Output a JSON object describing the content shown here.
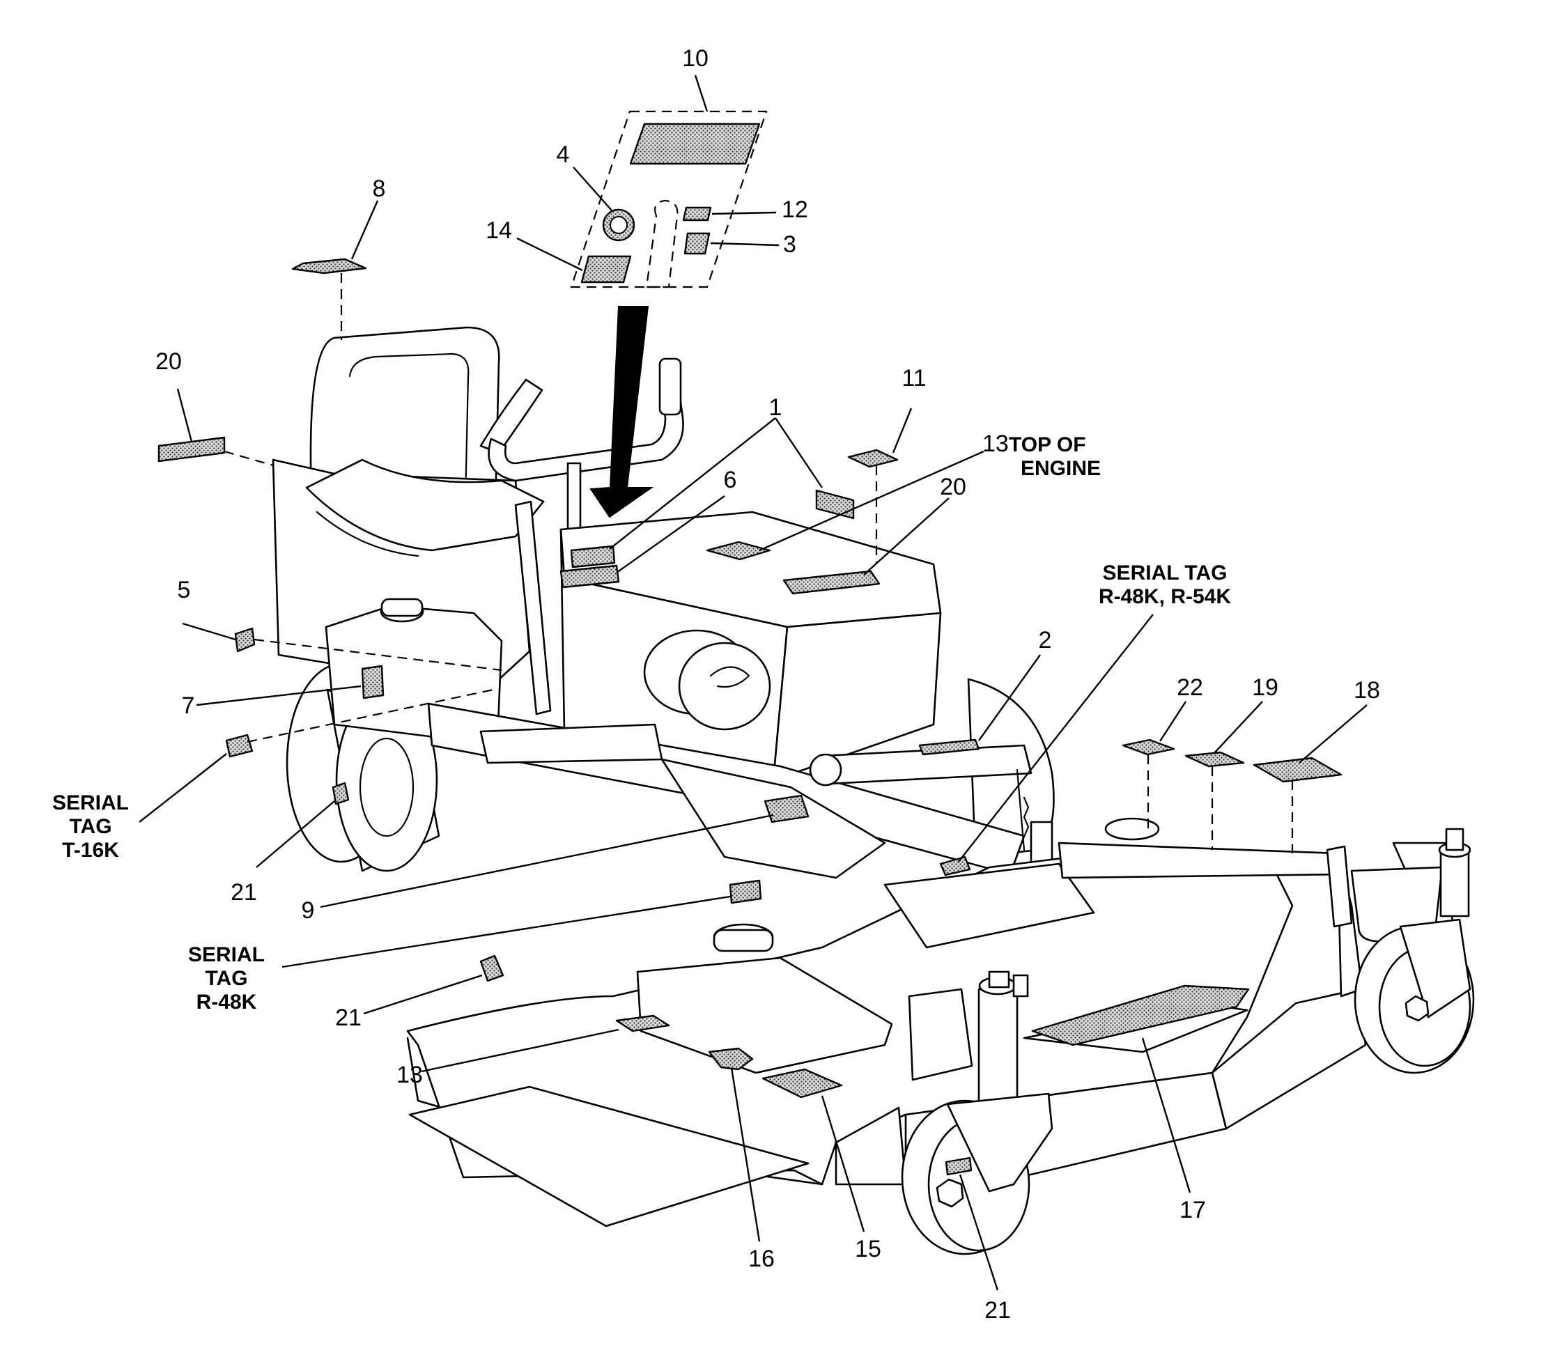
{
  "callouts": {
    "c1": "1",
    "c2": "2",
    "c3": "3",
    "c4": "4",
    "c5": "5",
    "c6": "6",
    "c7": "7",
    "c8": "8",
    "c9": "9",
    "c10": "10",
    "c11": "11",
    "c12": "12",
    "c13_top": "13",
    "c13_deck": "13",
    "c14": "14",
    "c15": "15",
    "c16": "16",
    "c17": "17",
    "c18": "18",
    "c19": "19",
    "c20_seat": "20",
    "c20_engine": "20",
    "c21_left_tire": "21",
    "c21_rear_tire": "21",
    "c21_caster": "21",
    "c22": "22"
  },
  "labels": {
    "top_of_engine_1": "TOP OF",
    "top_of_engine_2": "ENGINE",
    "serial_r48k_r54k_1": "SERIAL TAG",
    "serial_r48k_r54k_2": "R-48K, R-54K",
    "serial_t16k_1": "SERIAL",
    "serial_t16k_2": "TAG",
    "serial_t16k_3": "T-16K",
    "serial_r48k_1": "SERIAL",
    "serial_r48k_2": "TAG",
    "serial_r48k_3": "R-48K"
  }
}
